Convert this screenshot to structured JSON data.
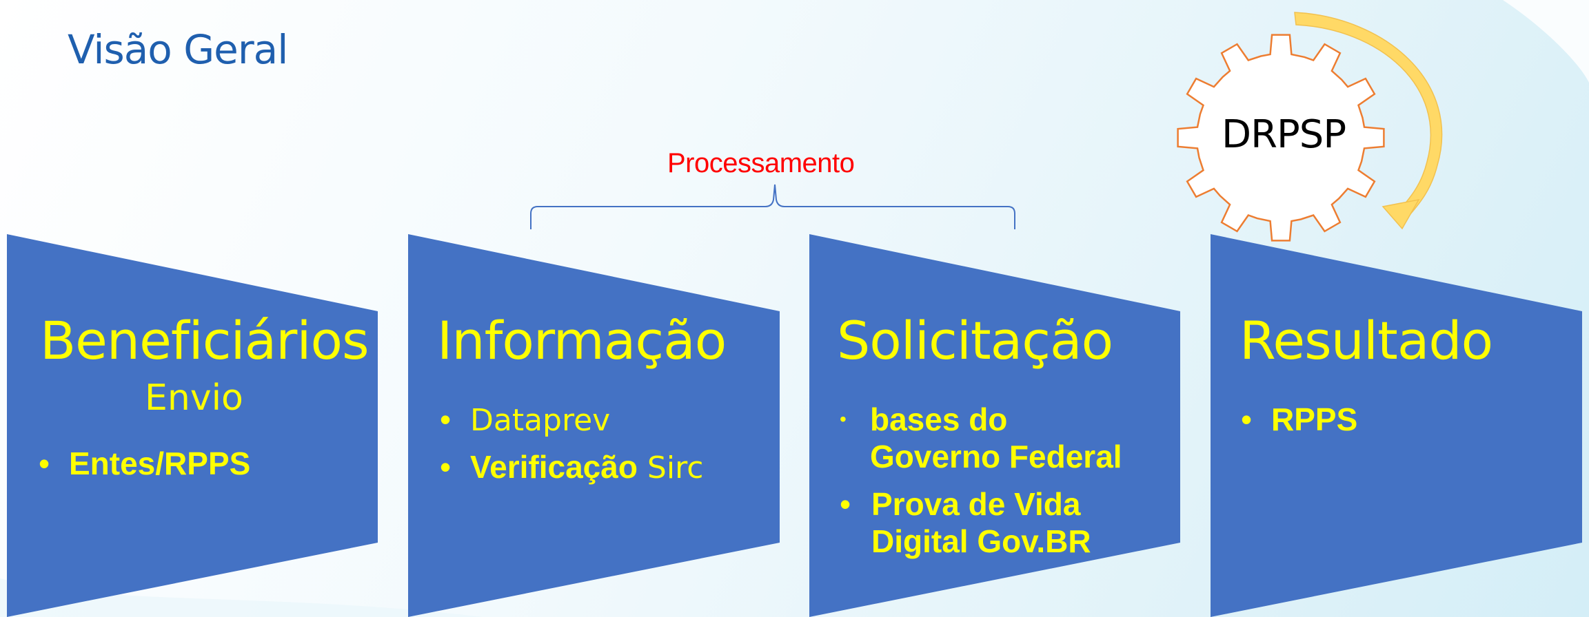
{
  "page": {
    "title": "Visão Geral"
  },
  "colors": {
    "title": "#1f5fae",
    "accent_red": "#ff0000",
    "card_fill": "#4472c4",
    "card_text": "#ffff00",
    "brace": "#4472c4",
    "gear_stroke": "#ed7d31",
    "arrow": "#ffd966",
    "gear_text": "#000000"
  },
  "processing": {
    "label": "Processamento"
  },
  "gear": {
    "label": "DRPSP"
  },
  "stages": [
    {
      "heading": "Beneficiários",
      "sub": "Envio",
      "bullets": [
        {
          "bold": "Entes/RPPS",
          "rest": ""
        }
      ]
    },
    {
      "heading": "Informação",
      "sub": "",
      "bullets": [
        {
          "bold": "",
          "rest": "Dataprev"
        },
        {
          "bold": "Verificação",
          "rest": " Sirc"
        }
      ]
    },
    {
      "heading": "Solicitação",
      "sub": "",
      "bullets": [
        {
          "bold": "bases do Governo Federal",
          "rest": ""
        },
        {
          "bold": "Prova de Vida Digital Gov.BR",
          "rest": ""
        }
      ]
    },
    {
      "heading": "Resultado",
      "sub": "",
      "bullets": [
        {
          "bold": "RPPS",
          "rest": ""
        }
      ]
    }
  ]
}
